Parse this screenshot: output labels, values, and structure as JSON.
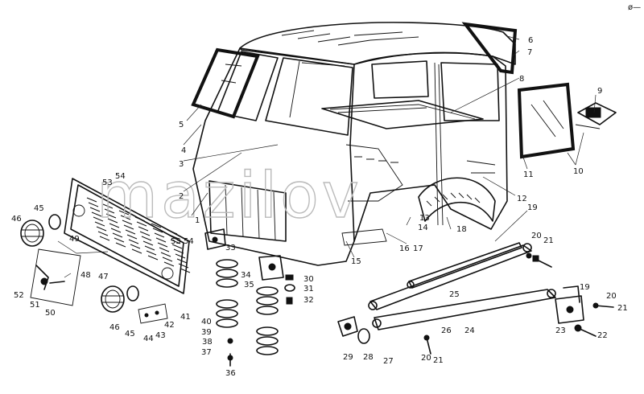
{
  "watermark": "mazilov",
  "corner_mark": "ø—",
  "callouts": [
    {
      "id": "c1",
      "text": "1"
    },
    {
      "id": "c2",
      "text": "2"
    },
    {
      "id": "c3",
      "text": "3"
    },
    {
      "id": "c4",
      "text": "4"
    },
    {
      "id": "c5",
      "text": "5"
    },
    {
      "id": "c6",
      "text": "6"
    },
    {
      "id": "c7",
      "text": "7"
    },
    {
      "id": "c8",
      "text": "8"
    },
    {
      "id": "c9",
      "text": "9"
    },
    {
      "id": "c10",
      "text": "10"
    },
    {
      "id": "c11",
      "text": "11"
    },
    {
      "id": "c12",
      "text": "12"
    },
    {
      "id": "c13",
      "text": "13"
    },
    {
      "id": "c14",
      "text": "14"
    },
    {
      "id": "c15",
      "text": "15"
    },
    {
      "id": "c16",
      "text": "16"
    },
    {
      "id": "c17",
      "text": "17"
    },
    {
      "id": "c18",
      "text": "18"
    },
    {
      "id": "c19a",
      "text": "19"
    },
    {
      "id": "c19b",
      "text": "19"
    },
    {
      "id": "c20a",
      "text": "20"
    },
    {
      "id": "c20b",
      "text": "20"
    },
    {
      "id": "c20c",
      "text": "20"
    },
    {
      "id": "c21a",
      "text": "21"
    },
    {
      "id": "c21b",
      "text": "21"
    },
    {
      "id": "c21c",
      "text": "21"
    },
    {
      "id": "c22",
      "text": "22"
    },
    {
      "id": "c23",
      "text": "23"
    },
    {
      "id": "c24",
      "text": "24"
    },
    {
      "id": "c25",
      "text": "25"
    },
    {
      "id": "c26",
      "text": "26"
    },
    {
      "id": "c27",
      "text": "27"
    },
    {
      "id": "c28",
      "text": "28"
    },
    {
      "id": "c29",
      "text": "29"
    },
    {
      "id": "c30",
      "text": "30"
    },
    {
      "id": "c31",
      "text": "31"
    },
    {
      "id": "c32",
      "text": "32"
    },
    {
      "id": "c33",
      "text": "33"
    },
    {
      "id": "c34",
      "text": "34"
    },
    {
      "id": "c35",
      "text": "35"
    },
    {
      "id": "c36",
      "text": "36"
    },
    {
      "id": "c37",
      "text": "37"
    },
    {
      "id": "c38",
      "text": "38"
    },
    {
      "id": "c39",
      "text": "39"
    },
    {
      "id": "c40",
      "text": "40"
    },
    {
      "id": "c41",
      "text": "41"
    },
    {
      "id": "c42",
      "text": "42"
    },
    {
      "id": "c43",
      "text": "43"
    },
    {
      "id": "c44",
      "text": "44"
    },
    {
      "id": "c45a",
      "text": "45"
    },
    {
      "id": "c45b",
      "text": "45"
    },
    {
      "id": "c46a",
      "text": "46"
    },
    {
      "id": "c46b",
      "text": "46"
    },
    {
      "id": "c47",
      "text": "47"
    },
    {
      "id": "c48",
      "text": "48"
    },
    {
      "id": "c49",
      "text": "49"
    },
    {
      "id": "c50",
      "text": "50"
    },
    {
      "id": "c51",
      "text": "51"
    },
    {
      "id": "c52",
      "text": "52"
    },
    {
      "id": "c53a",
      "text": "53"
    },
    {
      "id": "c53b",
      "text": "53"
    },
    {
      "id": "c54a",
      "text": "54"
    },
    {
      "id": "c54b",
      "text": "54"
    }
  ]
}
